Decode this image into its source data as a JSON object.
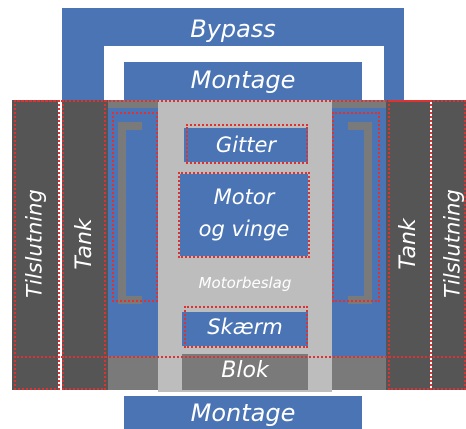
{
  "labels": {
    "bypass": "Bypass",
    "montage_top": "Montage",
    "gitter": "Gitter",
    "motor_line1": "Motor",
    "motor_line2": "og vinge",
    "motorbeslag": "Motorbeslag",
    "skaerm": "Skærm",
    "blok": "Blok",
    "montage_bottom": "Montage",
    "tank_left": "Tank",
    "tank_right": "Tank",
    "tilslutning_left": "Tilslutning",
    "tilslutning_right": "Tilslutning"
  },
  "colors": {
    "blue": "#4a74b4",
    "dark_gray": "#555555",
    "mid_gray": "#7a7a7a",
    "light_gray": "#bdbdbd",
    "dashed_outline": "#e03030",
    "text": "#ffffff"
  }
}
